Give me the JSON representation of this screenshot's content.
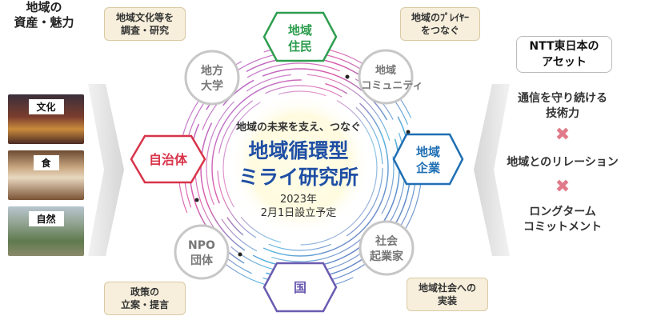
{
  "left_panel": {
    "title_line1": "地域の",
    "title_line2": "資産・魅力",
    "images": [
      {
        "label": "文化"
      },
      {
        "label": "食"
      },
      {
        "label": "自然"
      }
    ]
  },
  "notes": {
    "top_left_line1": "地域文化等を",
    "top_left_line2": "調査・研究",
    "top_right_line1": "地域のﾌﾟﾚｲﾔｰ",
    "top_right_line2": "をつなぐ",
    "bottom_left_line1": "政策の",
    "bottom_left_line2": "立案・提言",
    "bottom_right_line1": "地域社会への",
    "bottom_right_line2": "実装"
  },
  "hexagons": {
    "top_line1": "地域",
    "top_line2": "住民",
    "left": "自治体",
    "right_line1": "地域",
    "right_line2": "企業",
    "bottom": "国"
  },
  "circles": {
    "univ_line1": "地方",
    "univ_line2": "大学",
    "community_line1": "地域",
    "community_line2": "コミュニティ",
    "npo_line1": "NPO",
    "npo_line2": "団体",
    "entre_line1": "社会",
    "entre_line2": "起業家"
  },
  "center": {
    "tagline": "地域の未来を支え、つなぐ",
    "name_line1": "地域循環型",
    "name_line2": "ミライ研究所",
    "date_line1": "2023年",
    "date_line2": "2月1日設立予定"
  },
  "right_panel": {
    "title_line1": "NTT東日本の",
    "title_line2": "アセット",
    "item1_line1": "通信を守り続ける",
    "item1_line2": "技術力",
    "item2": "地域とのリレーション",
    "item3_line1": "ロングターム",
    "item3_line2": "コミットメント",
    "cross_symbol": "✖"
  },
  "colors": {
    "green": "#2e9e4f",
    "red": "#d8344a",
    "blue": "#1f6fb3",
    "purple": "#6b5bb0",
    "gray_ring": "#c7c7c7",
    "center_title": "#1f4fa5",
    "note_bg": "#f7efdc",
    "cross": "#e07a8a"
  }
}
